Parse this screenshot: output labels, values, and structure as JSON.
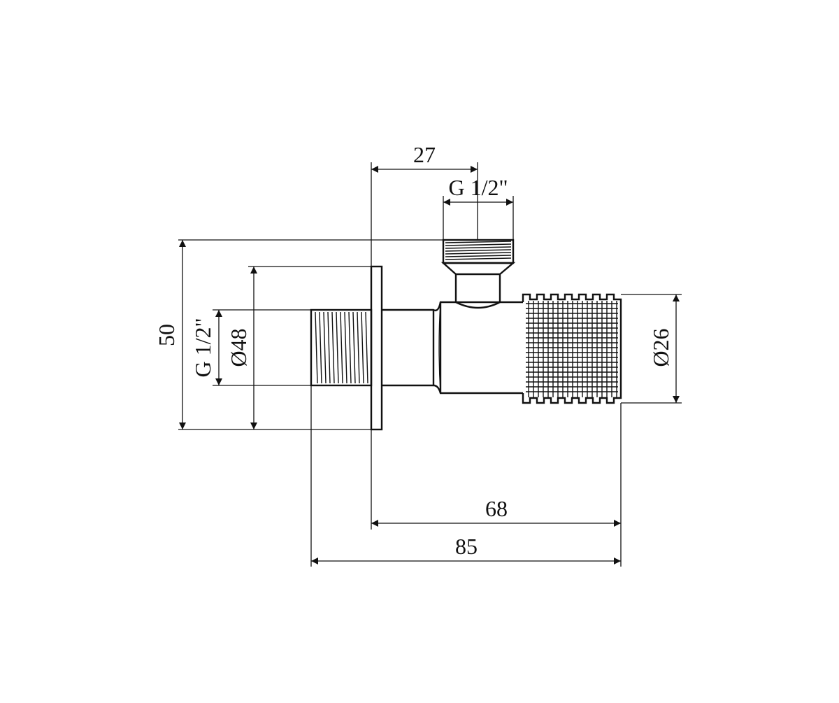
{
  "drawing": {
    "dimensions": {
      "top_outlet_offset": "27",
      "top_outlet_thread": "G 1/2\"",
      "overall_height": "50",
      "inlet_thread": "G 1/2\"",
      "flange_diameter": "Ø48",
      "handle_diameter": "Ø26",
      "length_from_flange": "68",
      "overall_length": "85"
    }
  }
}
